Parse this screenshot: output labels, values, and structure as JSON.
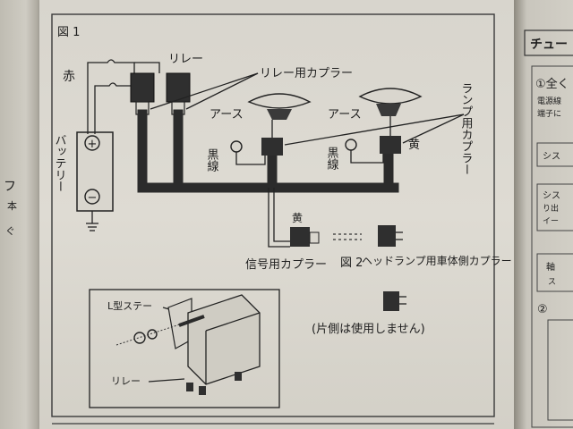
{
  "figure": {
    "fig1_label": "図 1",
    "red": "赤",
    "relay": "リレー",
    "relay_coupler": "リレー用カプラー",
    "earth_left": "アース",
    "earth_right": "アース",
    "lamp_coupler": "ランプ用カプラー",
    "black_wire_left": "黒線",
    "black_wire_right": "黒線",
    "yellow_right": "黄",
    "battery": "バッテリー",
    "battery_plus": "+",
    "battery_minus": "−",
    "yellow_signal": "黄",
    "signal_coupler": "信号用カプラー",
    "fig2_label": "図 2",
    "headlamp_coupler": "ヘッドランプ用車体側カプラー",
    "one_side_unused": "(片側は使用しません)",
    "l_stay": "L型ステー",
    "relay_inset": "リレー"
  },
  "right_page": {
    "title": "チュー",
    "step1": "①全く",
    "line1": "電源線",
    "line2": "端子に",
    "box1": "シス",
    "box2a": "シス",
    "box2b": "り出",
    "box2c": "イー",
    "box3a": "軸",
    "box3b": "ス",
    "step2": "②"
  },
  "left_strip": {
    "char1": "フ",
    "char2": "本",
    "char3": "ぐ"
  }
}
